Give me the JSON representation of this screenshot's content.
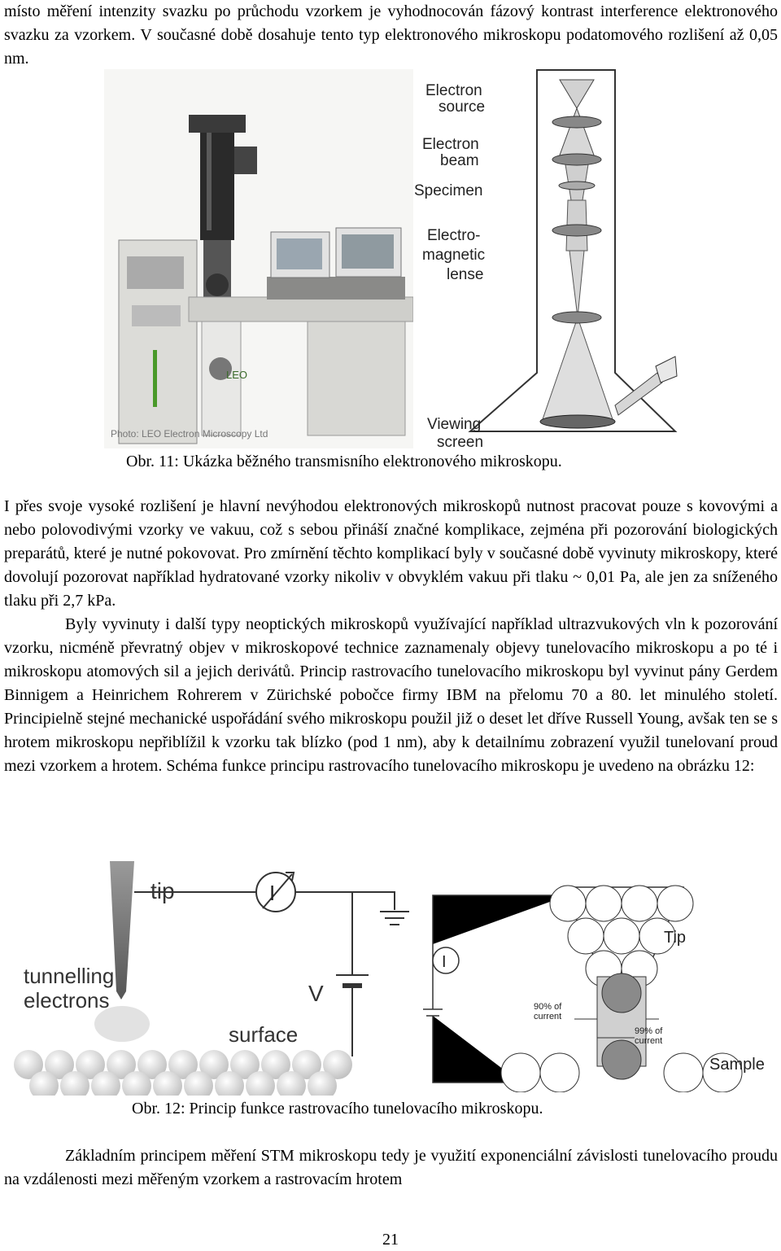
{
  "intro_text": "místo měření intenzity svazku po průchodu vzorkem je vyhodnocován fázový kontrast interference elektronového svazku za vzorkem. V současné době dosahuje tento typ elektronového mikroskopu podatomového rozlišení až 0,05 nm.",
  "figure11": {
    "photo_credit": "Photo: LEO Electron Microscopy Ltd",
    "brand_logo": "LEO",
    "labels": {
      "electron_source": [
        "Electron",
        "source"
      ],
      "electron_beam": [
        "Electron",
        "beam"
      ],
      "specimen": "Specimen",
      "lens": [
        "Electro-",
        "magnetic",
        "lense"
      ],
      "viewing_screen": [
        "Viewing",
        "screen"
      ]
    },
    "caption": "Obr. 11: Ukázka běžného transmisního elektronového mikroskopu."
  },
  "paragraph1": "I přes svoje vysoké rozlišení je hlavní nevýhodou elektronových mikroskopů nutnost pracovat pouze s kovovými a nebo polovodivými vzorky ve vakuu, což s sebou přináší značné komplikace, zejména při pozorování biologických preparátů, které je nutné pokovovat. Pro zmírnění těchto komplikací byly v současné době vyvinuty mikroskopy, které dovolují pozorovat například hydratované vzorky nikoliv v obvyklém vakuu při tlaku ~ 0,01 Pa, ale jen za sníženého tlaku při 2,7 kPa.",
  "paragraph2": "Byly vyvinuty i další typy neoptických mikroskopů využívající například ultrazvukových vln k pozorování vzorku, nicméně převratný objev v mikroskopové technice zaznamenaly objevy tunelovacího mikroskopu a po té i mikroskopu atomových sil a jejich derivátů. Princip rastrovacího tunelovacího mikroskopu byl vyvinut pány Gerdem Binnigem a Heinrichem Rohrerem v Zürichské pobočce firmy IBM na přelomu 70 a 80. let minulého století. Principielně stejné mechanické uspořádání svého mikroskopu použil již o deset let dříve Russell Young, avšak ten se s hrotem mikroskopu nepřiblížil k vzorku tak blízko (pod 1 nm), aby k detailnímu zobrazení využil tunelovaní proud mezi vzorkem a hrotem. Schéma funkce principu rastrovacího tunelovacího mikroskopu je uvedeno na obrázku 12:",
  "figure12": {
    "left": {
      "tip": "tip",
      "meter": "I",
      "tunnelling": [
        "tunnelling",
        "electrons"
      ],
      "voltage": "V",
      "surface": "surface"
    },
    "right": {
      "tip": "Tip",
      "meter": "I",
      "pct90": [
        "90% of",
        "current"
      ],
      "pct99": [
        "99% of",
        "current"
      ],
      "sample": "Sample"
    },
    "caption": "Obr. 12: Princip funkce rastrovacího tunelovacího mikroskopu."
  },
  "paragraph3": "Základním principem měření STM mikroskopu tedy je využití exponenciální závislosti tunelovacího proudu na vzdálenosti mezi měřeným vzorkem a rastrovacím hrotem",
  "page_number": "21"
}
